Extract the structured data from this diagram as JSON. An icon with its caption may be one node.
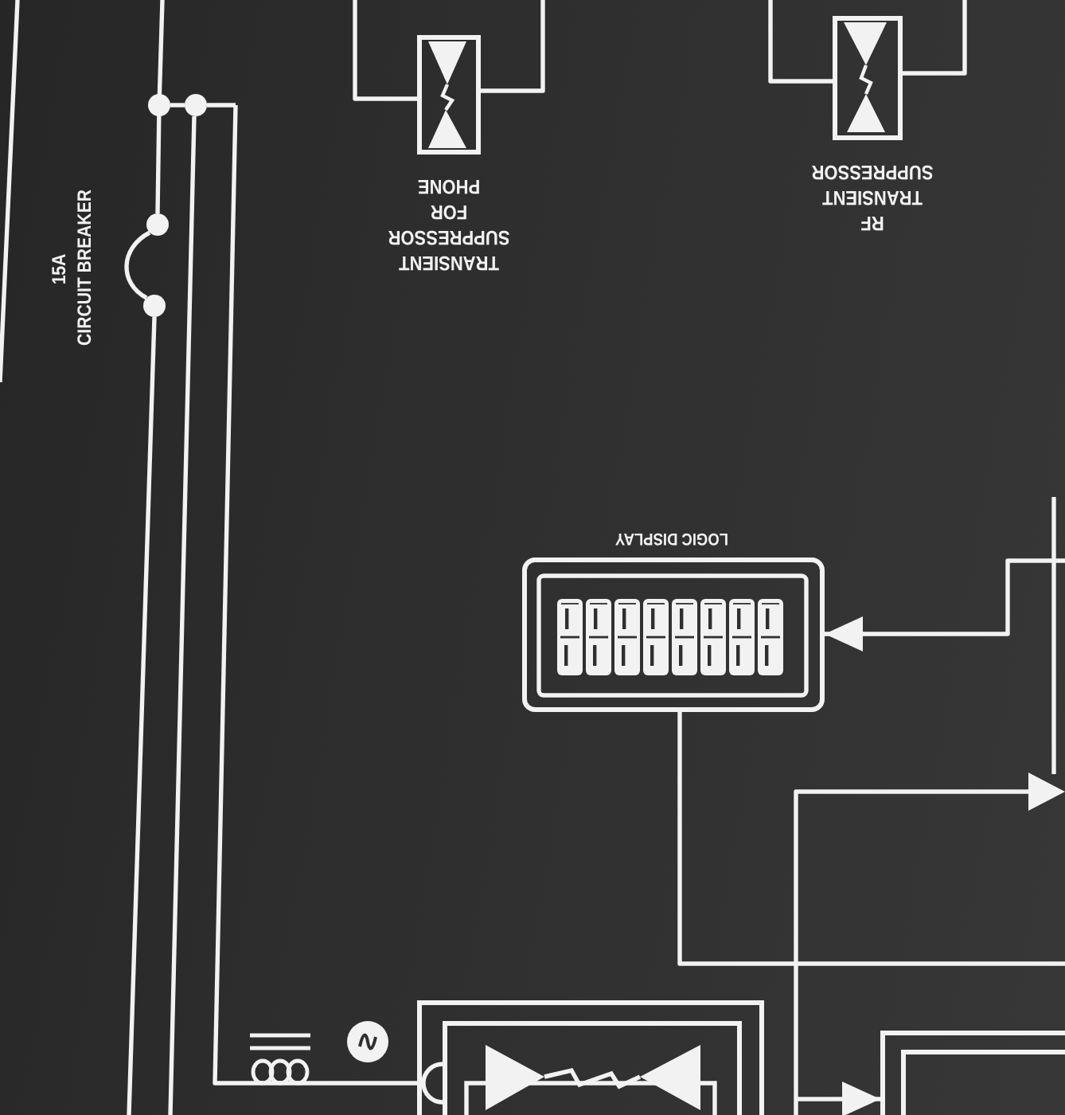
{
  "diagram": {
    "nodes": [
      {
        "text": [
          "TRANSIENT SUPPRESSOR FOR PHONE"
        ]
      },
      {
        "text": [
          "RF TRANSIENT SUPPRESSOR"
        ]
      },
      {
        "text": [
          "15A",
          "CIRCUIT BREAKER"
        ]
      },
      {
        "text": [
          "LOGIC DISPLAY"
        ]
      },
      {
        "text": [],
        "shape": "box"
      },
      {
        "text": [],
        "shape": "box"
      }
    ],
    "edges": [
      {
        "from": 0,
        "to": null,
        "arrow": "none"
      },
      {
        "from": 0,
        "to": null,
        "arrow": "none"
      },
      {
        "from": 1,
        "to": null,
        "arrow": "none"
      },
      {
        "from": 1,
        "to": null,
        "arrow": "none"
      },
      {
        "from": null,
        "to": 2,
        "arrow": "none"
      },
      {
        "from": 2,
        "to": null,
        "arrow": "none"
      },
      {
        "from": null,
        "to": 3,
        "arrow": "to"
      },
      {
        "from": 3,
        "to": null,
        "arrow": "none"
      },
      {
        "from": null,
        "to": 4,
        "arrow": "none"
      },
      {
        "from": null,
        "to": 5,
        "arrow": "to"
      }
    ]
  }
}
